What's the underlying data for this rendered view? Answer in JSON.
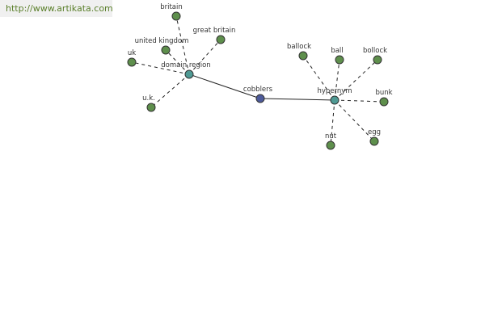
{
  "header": {
    "url": "http://www.artikata.com"
  },
  "colors": {
    "leaf": "#5e8f4c",
    "hub": "#4f9a94",
    "center": "#4d5a9a",
    "url_text": "#5a7f2a"
  },
  "graph": {
    "center": {
      "id": "cobblers",
      "label": "cobblers"
    },
    "hubs": [
      {
        "id": "domain-region",
        "label": "domain region",
        "children": [
          {
            "id": "britain",
            "label": "britain"
          },
          {
            "id": "great-britain",
            "label": "great britain"
          },
          {
            "id": "united-kingdom",
            "label": "united kingdom"
          },
          {
            "id": "uk",
            "label": "uk"
          },
          {
            "id": "u-k",
            "label": "u.k."
          }
        ]
      },
      {
        "id": "hypernym",
        "label": "hypernym",
        "children": [
          {
            "id": "ballock",
            "label": "ballock"
          },
          {
            "id": "ball",
            "label": "ball"
          },
          {
            "id": "bollock",
            "label": "bollock"
          },
          {
            "id": "bunk",
            "label": "bunk"
          },
          {
            "id": "egg",
            "label": "egg"
          },
          {
            "id": "nut",
            "label": "nut"
          }
        ]
      }
    ]
  }
}
